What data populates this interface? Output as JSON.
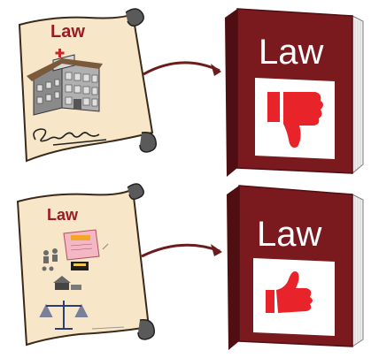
{
  "diagram": {
    "rows": [
      {
        "scroll_title": "Law",
        "book_title": "Law",
        "verdict_icon": "thumbs-down-icon",
        "scroll_illustration": "hospital-building-and-signature"
      },
      {
        "scroll_title": "Law",
        "book_title": "Law",
        "verdict_icon": "thumbs-up-icon",
        "scroll_illustration": "plan-document-and-scales"
      }
    ],
    "colors": {
      "scroll_fill": "#f7e6c8",
      "book_red": "#7a1a1f",
      "book_dark": "#4e0e12",
      "thumb_red": "#e8232a",
      "arrow": "#6b1c1c",
      "title_red": "#9b1c20"
    }
  }
}
